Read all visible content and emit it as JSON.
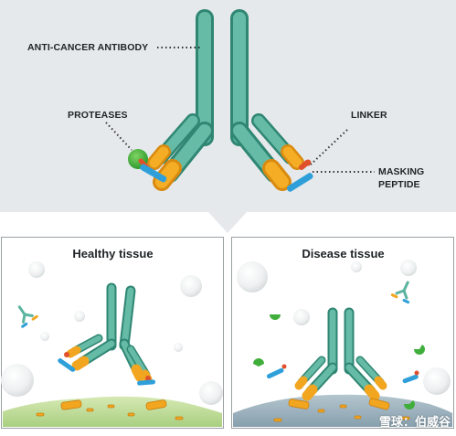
{
  "labels": {
    "antibody": "ANTI-CANCER ANTIBODY",
    "proteases": "PROTEASES",
    "linker": "LINKER",
    "masking_line1": "MASKING",
    "masking_line2": "PEPTIDE"
  },
  "panels": {
    "healthy_title": "Healthy tissue",
    "disease_title": "Disease tissue"
  },
  "watermark": "雪球：伯威谷",
  "colors": {
    "top_bg": "#e5e9ec",
    "antibody": "#3f9a87",
    "antibody_light": "#6cc3ad",
    "gold": "#f2a51f",
    "linker": "#e0502b",
    "mask": "#2f9fd9",
    "protease": "#3fae3a",
    "healthy_ground": "#b8d88f",
    "disease_ground": "#8ea6b4"
  }
}
